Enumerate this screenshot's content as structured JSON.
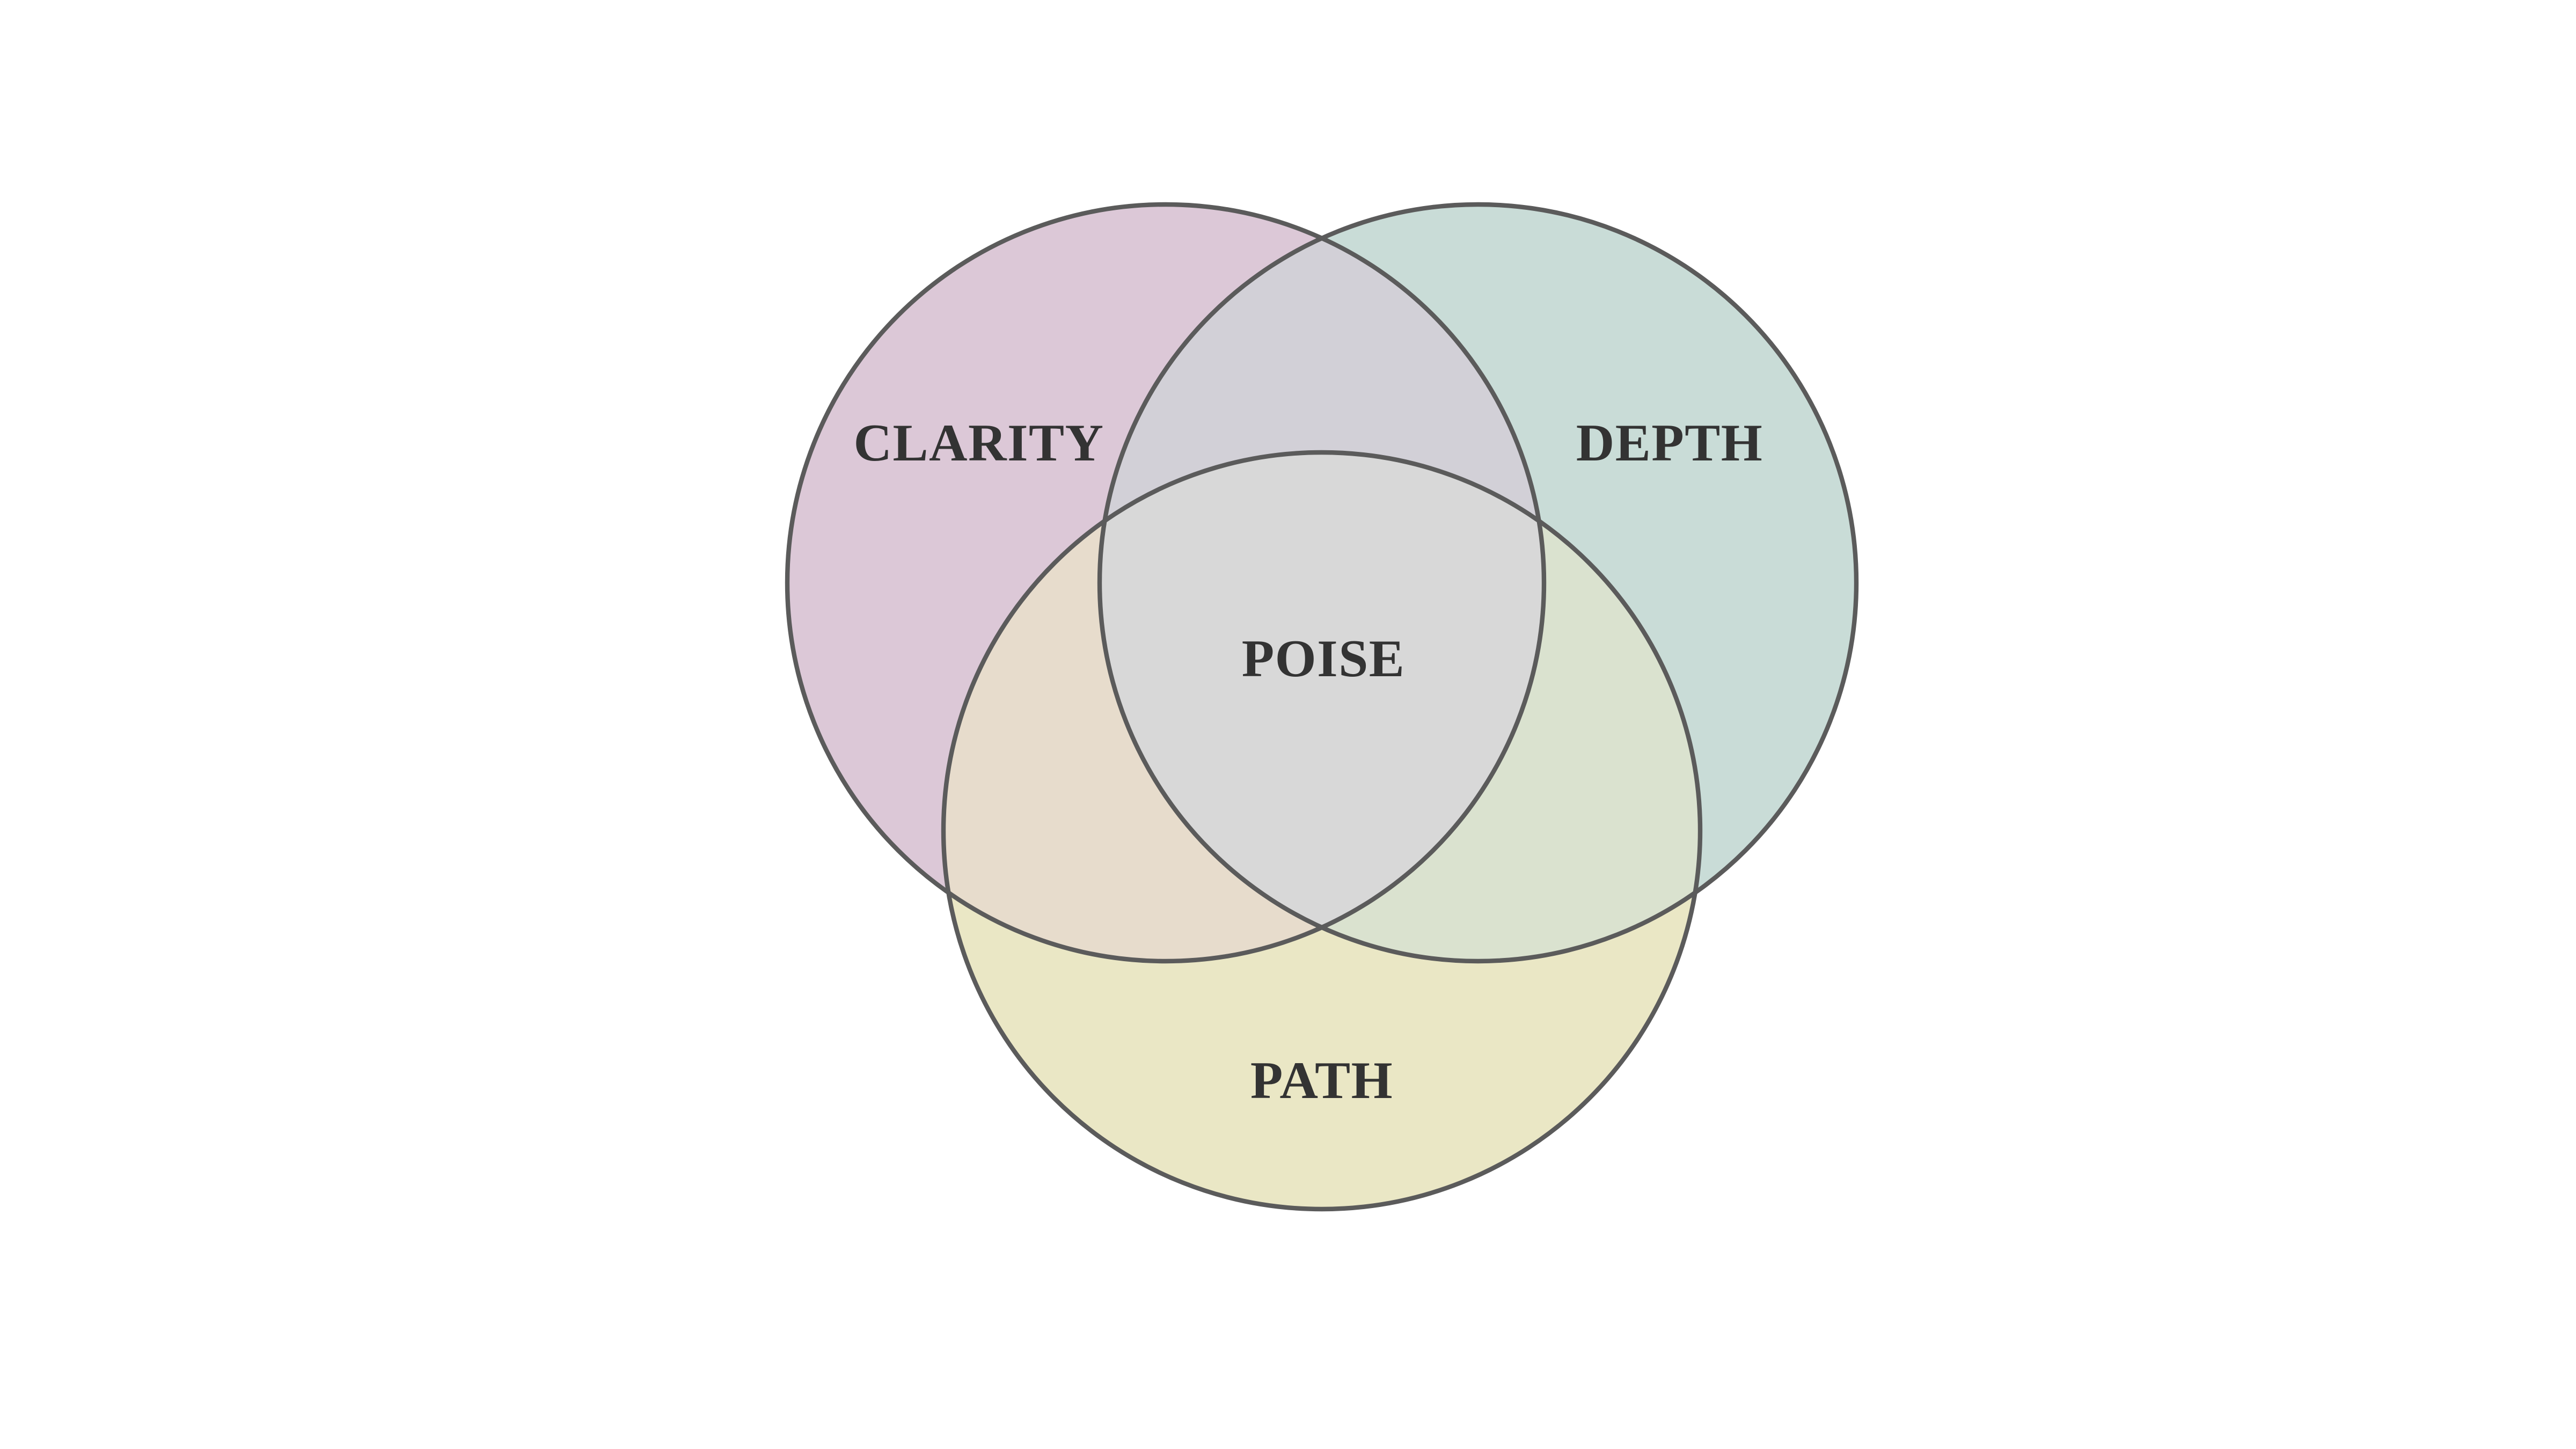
{
  "diagram": {
    "type": "venn3",
    "background_color": "#ffffff",
    "outline_color": "#5b5b5b",
    "text_color": "#333333",
    "sets": [
      {
        "label": "CLARITY",
        "fill": "#dcc8d7"
      },
      {
        "label": "DEPTH",
        "fill": "#c9dcd7"
      },
      {
        "label": "PATH",
        "fill": "#eae7c5"
      }
    ],
    "intersections": {
      "clarity_depth": {
        "fill": "#d2d0d7"
      },
      "clarity_path": {
        "fill": "#e7dccc"
      },
      "depth_path": {
        "fill": "#dae2cf"
      },
      "center": {
        "label": "POISE",
        "fill": "#d8d8d8"
      }
    }
  }
}
